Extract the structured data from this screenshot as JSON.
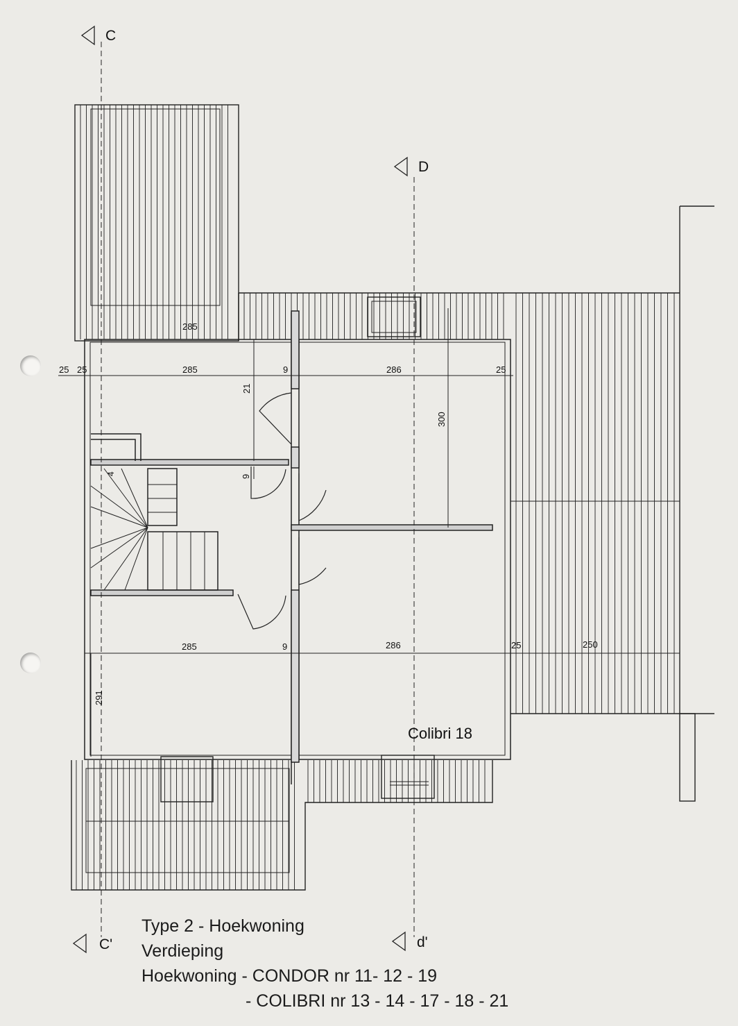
{
  "sections": {
    "c_top": "C",
    "c_bottom": "C'",
    "d_top": "D",
    "d_bottom": "d'"
  },
  "dimensions": {
    "d285_top": "285",
    "d25_left": "25",
    "d25_left_b": "25",
    "d285_mid": "285",
    "d9_mid": "9",
    "d286_mid": "286",
    "d25_right": "25",
    "d21": "21",
    "d300": "300",
    "d9_hall": "9",
    "d4_stair": "4",
    "d285_low": "285",
    "d9_low": "9",
    "d286_low": "286",
    "d25_low": "25",
    "d250": "250",
    "d291": "291"
  },
  "room_label": "Colibri 18",
  "caption": {
    "line1": "Type 2 - Hoekwoning",
    "line2": "Verdieping",
    "line3": "Hoekwoning - CONDOR nr 11- 12 - 19",
    "line4": "- COLIBRI nr 13 - 14 - 17 - 18 - 21"
  }
}
